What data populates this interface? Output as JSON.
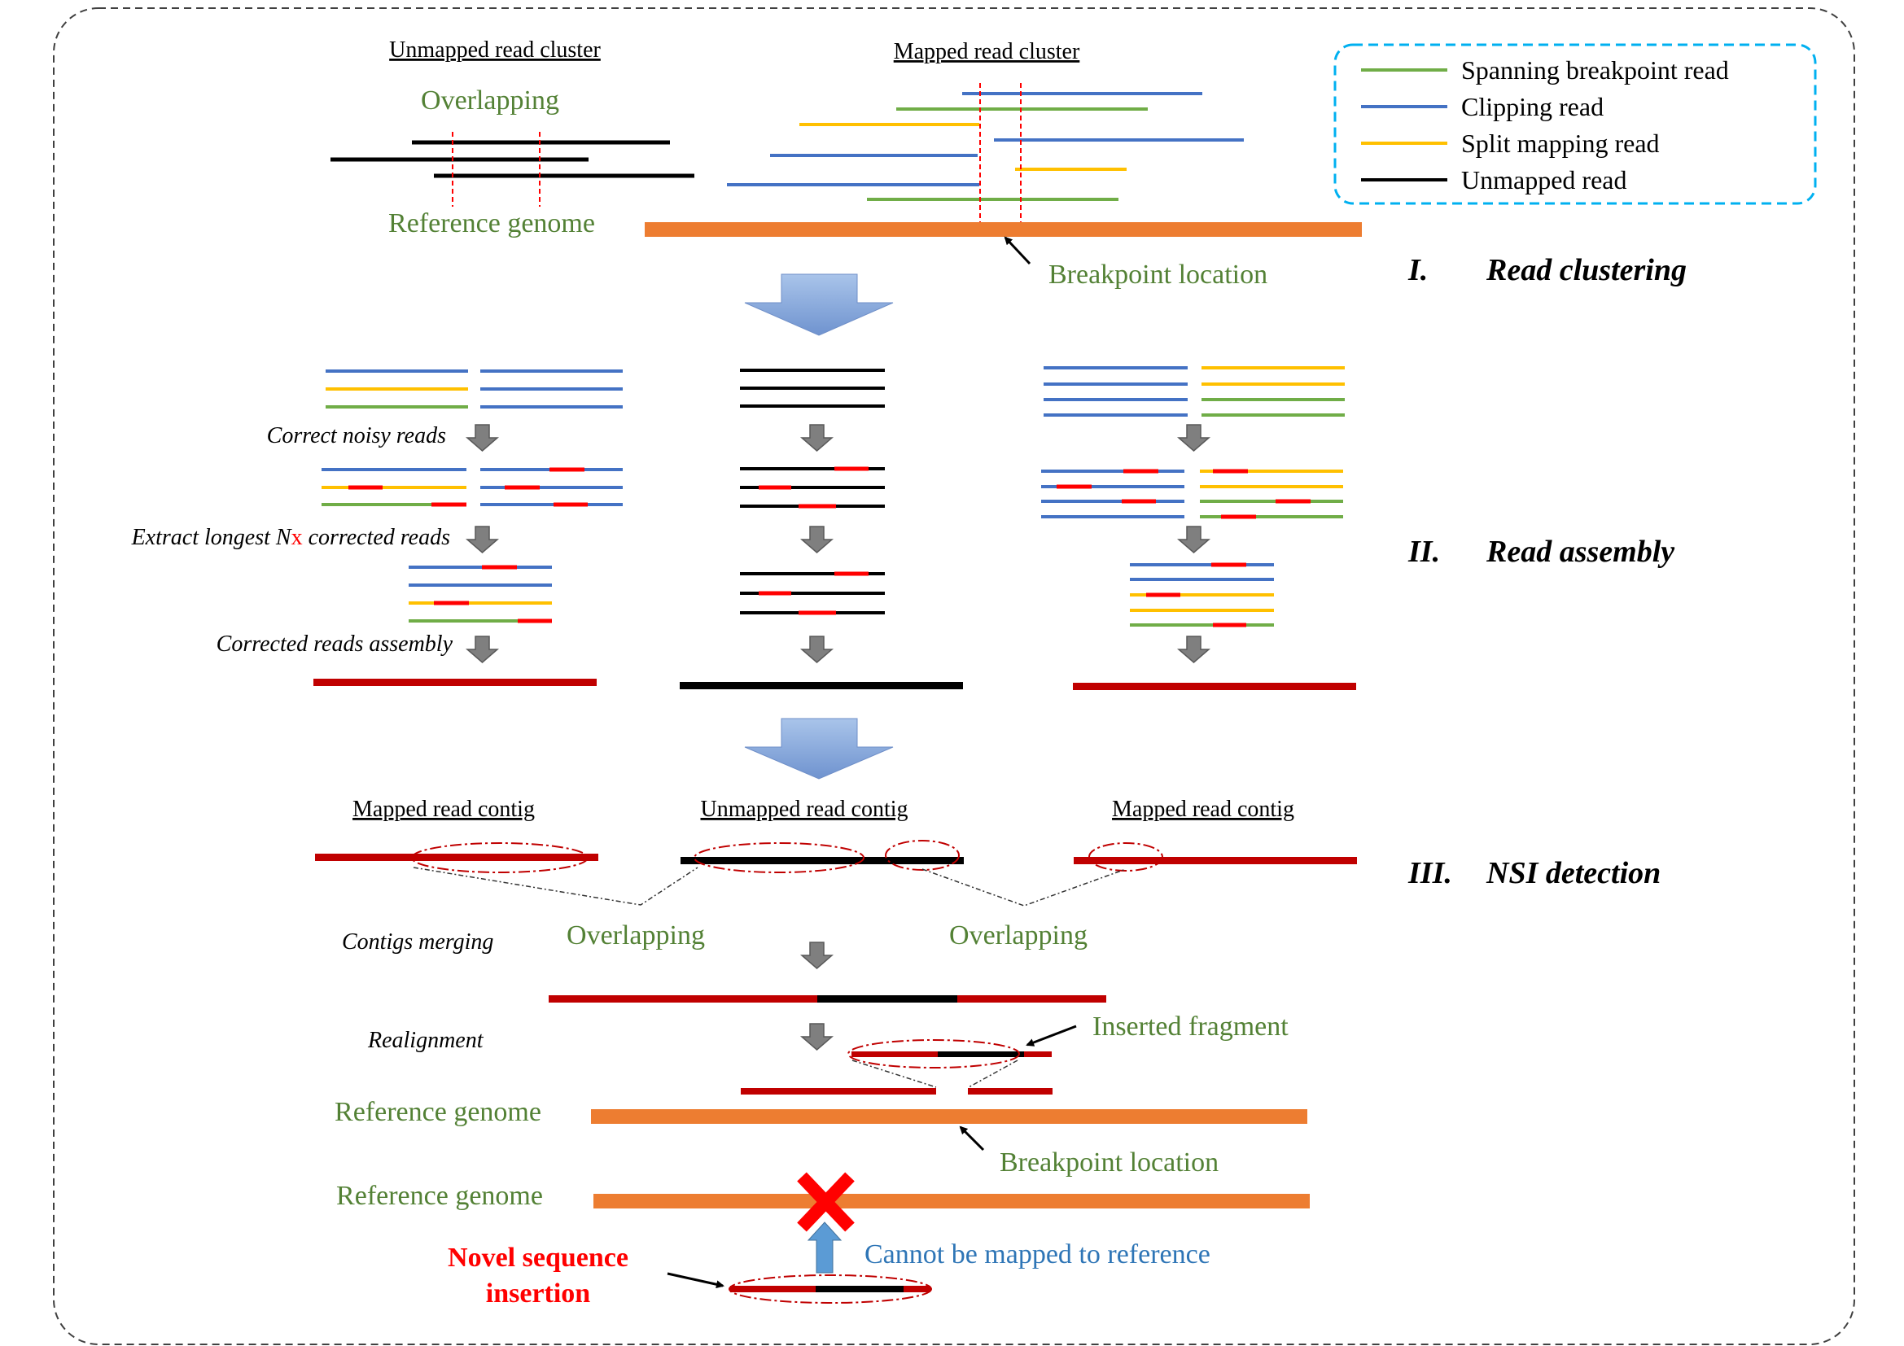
{
  "legend": {
    "items": [
      {
        "label": "Spanning breakpoint read",
        "color": "#70ad47"
      },
      {
        "label": "Clipping read",
        "color": "#4472c4"
      },
      {
        "label": "Split mapping read",
        "color": "#ffc000"
      },
      {
        "label": "Unmapped read",
        "color": "#000000"
      }
    ]
  },
  "colors": {
    "reference": "#ed7d31",
    "contig": "#c00000",
    "correction": "#ff0000",
    "arrow_fill": "#8faadc",
    "step_arrow": "#808080",
    "legend_border": "#00b0f0"
  },
  "stage1": {
    "unmapped_title": "Unmapped read cluster",
    "mapped_title": "Mapped read cluster",
    "overlapping": "Overlapping",
    "reference_genome": "Reference genome",
    "breakpoint": "Breakpoint location",
    "roman": "I.",
    "name": "Read clustering"
  },
  "stage2": {
    "correct_noisy": "Correct noisy reads",
    "extract_prefix": "Extract longest ",
    "extract_n": "N",
    "extract_x": "x",
    "extract_suffix": " corrected reads",
    "assembly": "Corrected reads assembly",
    "roman": "II.",
    "name": "Read assembly"
  },
  "stage3": {
    "mapped_contig_left": "Mapped read contig",
    "unmapped_contig": "Unmapped read contig",
    "mapped_contig_right": "Mapped read contig",
    "roman": "III.",
    "name": "NSI detection",
    "contigs_merging": "Contigs merging",
    "overlapping_left": "Overlapping",
    "overlapping_right": "Overlapping",
    "realignment": "Realignment",
    "inserted_fragment": "Inserted fragment",
    "reference_genome_1": "Reference genome",
    "breakpoint": "Breakpoint location",
    "reference_genome_2": "Reference genome",
    "cannot_map": "Cannot be mapped to reference",
    "nsi_line1": "Novel sequence",
    "nsi_line2": "insertion"
  }
}
